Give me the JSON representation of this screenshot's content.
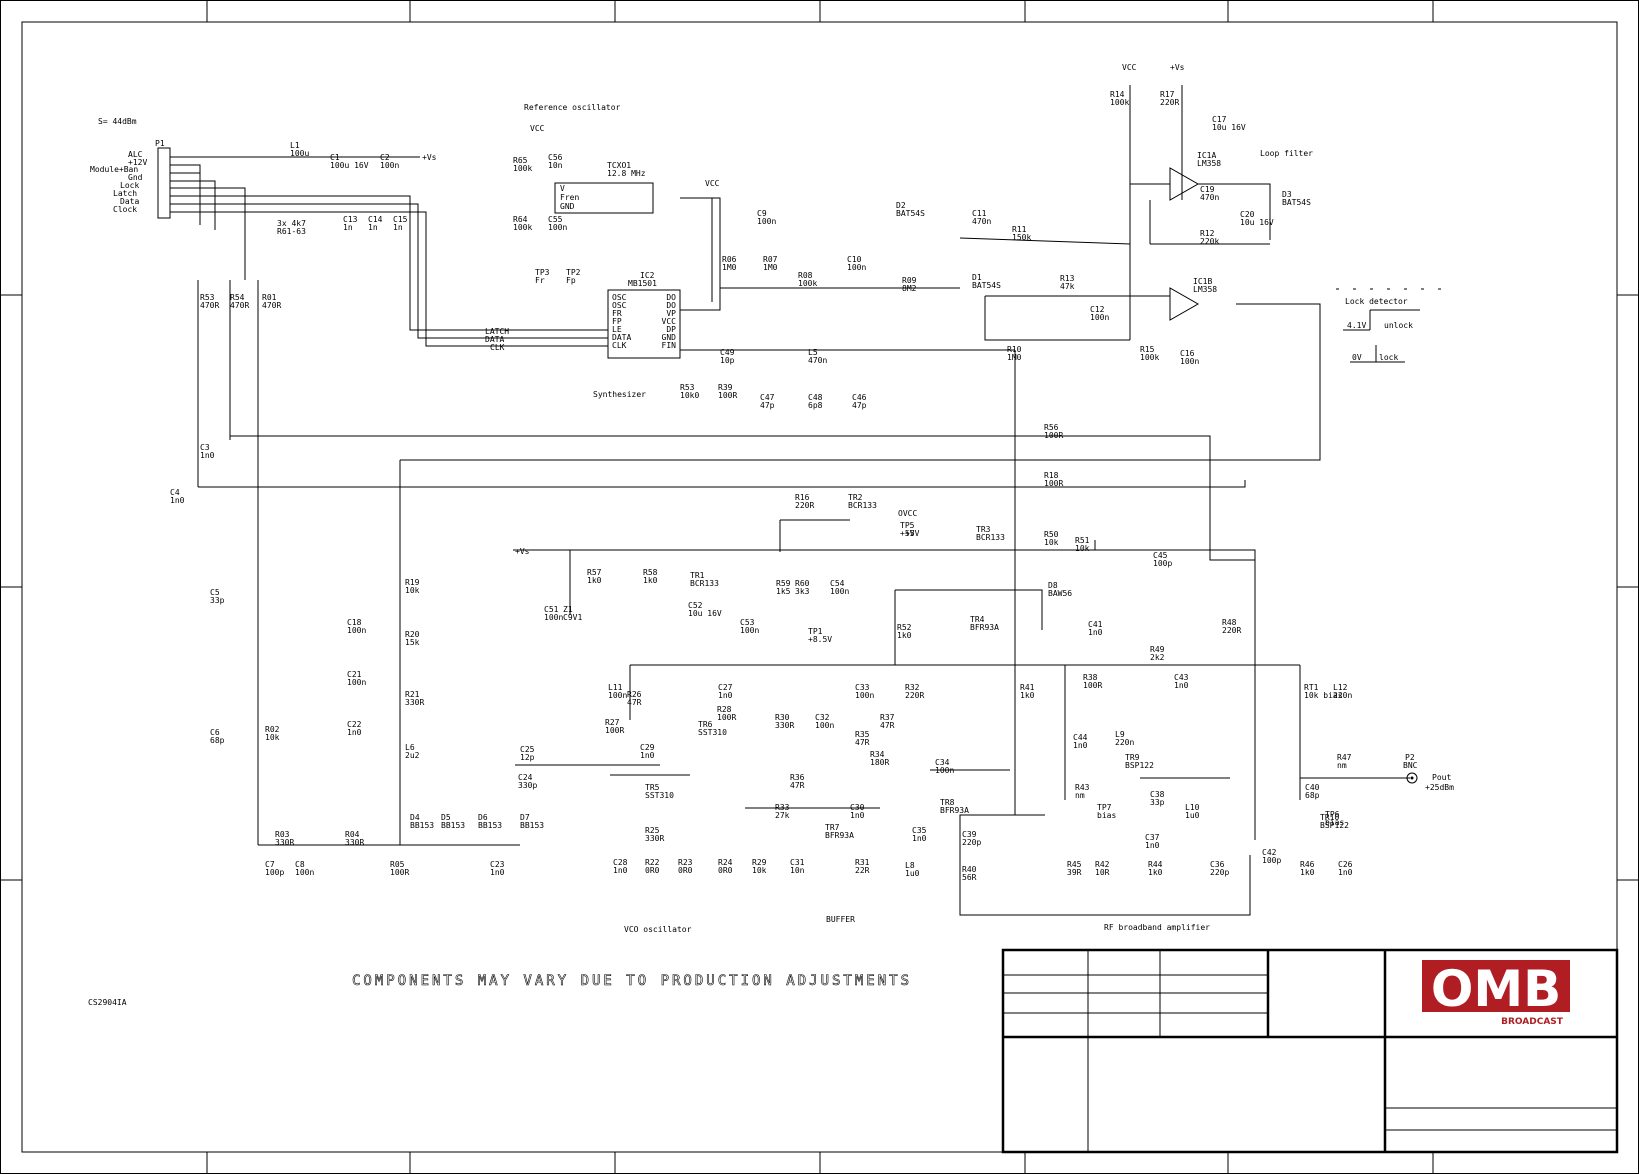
{
  "note": "COMPONENTS MAY VARY DUE TO PRODUCTION ADJUSTMENTS",
  "drawing_number": "CS2904IA",
  "top_left_note": "S= 44dBm",
  "sections": {
    "reference": "Reference oscillator",
    "synthesizer": "Synthesizer",
    "loop_filter": "Loop filter",
    "lock_detector": "Lock detector",
    "vco": "VCO oscillator",
    "buffer": "BUFFER",
    "rf_amp": "RF broadband amplifier"
  },
  "lock_table": [
    {
      "level": "4.1V",
      "state": "unlock"
    },
    {
      "level": "0V",
      "state": "lock"
    }
  ],
  "connector_p1": {
    "ref": "P1",
    "pins": [
      "ALC",
      "+12V",
      "Module+Ban",
      "Gnd",
      "Lock",
      "Latch",
      "Data",
      "Clock"
    ]
  },
  "nets": {
    "vcc": "VCC",
    "vs": "+Vs",
    "vs_in": "+Vs",
    "ovcc": "OVCC",
    "p5v": "+5V",
    "p85v": "+8.5V"
  },
  "ics": {
    "ic2": {
      "ref": "IC2",
      "part": "MB1501",
      "left": [
        "OSC",
        "OSC",
        "FR",
        "FP",
        "LE",
        "DATA",
        "CLK"
      ],
      "right": [
        "DO",
        "DO",
        "VP",
        "VCC",
        "DP",
        "GND",
        "FIN"
      ]
    },
    "tcxo": {
      "ref": "TCXO1",
      "freq": "12.8 MHz",
      "pins": [
        "V",
        "Fren",
        "GND"
      ]
    },
    "ic1a": {
      "ref": "IC1A",
      "part": "LM358"
    },
    "ic1b": {
      "ref": "IC1B",
      "part": "LM358"
    }
  },
  "signals": [
    "LATCH",
    "DATA",
    "CLK"
  ],
  "res_array": {
    "desc": "3x 4k7",
    "refs": "R61-63"
  },
  "test_points": [
    {
      "ref": "TP3",
      "val": "Fr"
    },
    {
      "ref": "TP2",
      "val": "Fp"
    },
    {
      "ref": "TP1",
      "val": "+8.5V"
    },
    {
      "ref": "TP6",
      "val": "bias"
    },
    {
      "ref": "TP7",
      "val": "bias"
    },
    {
      "ref": "TP5",
      "val": "+5V"
    }
  ],
  "output": {
    "ref": "P2",
    "type": "BNC",
    "name": "Pout",
    "level": "+25dBm"
  },
  "logo": {
    "text": "OMB",
    "sub": "BROADCAST",
    "color": "#b01e23"
  },
  "components": [
    {
      "ref": "L1",
      "val": "100u"
    },
    {
      "ref": "C1",
      "val": "100u 16V"
    },
    {
      "ref": "C2",
      "val": "100n"
    },
    {
      "ref": "C13",
      "val": "1n"
    },
    {
      "ref": "C14",
      "val": "1n"
    },
    {
      "ref": "C15",
      "val": "1n"
    },
    {
      "ref": "R53",
      "val": "470R"
    },
    {
      "ref": "R54",
      "val": "470R"
    },
    {
      "ref": "R01",
      "val": "470R"
    },
    {
      "ref": "R65",
      "val": "100k"
    },
    {
      "ref": "R64",
      "val": "100k"
    },
    {
      "ref": "C56",
      "val": "10n"
    },
    {
      "ref": "C55",
      "val": "100n"
    },
    {
      "ref": "C9",
      "val": "100n"
    },
    {
      "ref": "R06",
      "val": "1M0"
    },
    {
      "ref": "R07",
      "val": "1M0"
    },
    {
      "ref": "R08",
      "val": "100k"
    },
    {
      "ref": "C10",
      "val": "100n"
    },
    {
      "ref": "R09",
      "val": "8M2"
    },
    {
      "ref": "C11",
      "val": "470n"
    },
    {
      "ref": "R11",
      "val": "150k"
    },
    {
      "ref": "D2",
      "val": "BAT54S"
    },
    {
      "ref": "D3",
      "val": "BAT54S"
    },
    {
      "ref": "D1",
      "val": "BAT54S"
    },
    {
      "ref": "R14",
      "val": "100k"
    },
    {
      "ref": "R17",
      "val": "220R"
    },
    {
      "ref": "C17",
      "val": "10u 16V"
    },
    {
      "ref": "C19",
      "val": "470n"
    },
    {
      "ref": "C20",
      "val": "10u 16V"
    },
    {
      "ref": "R12",
      "val": "220k"
    },
    {
      "ref": "R13",
      "val": "47k"
    },
    {
      "ref": "C12",
      "val": "100n"
    },
    {
      "ref": "R10",
      "val": "1M0"
    },
    {
      "ref": "R15",
      "val": "100k"
    },
    {
      "ref": "C16",
      "val": "100n"
    },
    {
      "ref": "C49",
      "val": "10p"
    },
    {
      "ref": "L5",
      "val": "470n"
    },
    {
      "ref": "R53",
      "val": "10k0"
    },
    {
      "ref": "R39",
      "val": "100R"
    },
    {
      "ref": "C47",
      "val": "47p"
    },
    {
      "ref": "C48",
      "val": "6p8"
    },
    {
      "ref": "C46",
      "val": "47p"
    },
    {
      "ref": "C3",
      "val": "1n0"
    },
    {
      "ref": "C4",
      "val": "1n0"
    },
    {
      "ref": "R56",
      "val": "100R"
    },
    {
      "ref": "R18",
      "val": "100R"
    },
    {
      "ref": "C5",
      "val": "33p"
    },
    {
      "ref": "C6",
      "val": "68p"
    },
    {
      "ref": "R02",
      "val": "10k"
    },
    {
      "ref": "R03",
      "val": "330R"
    },
    {
      "ref": "R04",
      "val": "330R"
    },
    {
      "ref": "C7",
      "val": "100p"
    },
    {
      "ref": "C8",
      "val": "100n"
    },
    {
      "ref": "R19",
      "val": "10k"
    },
    {
      "ref": "C18",
      "val": "100n"
    },
    {
      "ref": "R20",
      "val": "15k"
    },
    {
      "ref": "C21",
      "val": "100n"
    },
    {
      "ref": "R21",
      "val": "330R"
    },
    {
      "ref": "C22",
      "val": "1n0"
    },
    {
      "ref": "L6",
      "val": "2u2"
    },
    {
      "ref": "D4",
      "val": "BB153"
    },
    {
      "ref": "D5",
      "val": "BB153"
    },
    {
      "ref": "D6",
      "val": "BB153"
    },
    {
      "ref": "D7",
      "val": "BB153"
    },
    {
      "ref": "R05",
      "val": "100R"
    },
    {
      "ref": "C23",
      "val": "1n0"
    },
    {
      "ref": "C25",
      "val": "12p"
    },
    {
      "ref": "C24",
      "val": "330p"
    },
    {
      "ref": "R57",
      "val": "1k0"
    },
    {
      "ref": "R58",
      "val": "1k0"
    },
    {
      "ref": "C51",
      "val": "100n"
    },
    {
      "ref": "Z1",
      "val": "C9V1"
    },
    {
      "ref": "C52",
      "val": "10u 16V"
    },
    {
      "ref": "TR1",
      "val": "BCR133"
    },
    {
      "ref": "C53",
      "val": "100n"
    },
    {
      "ref": "R59",
      "val": "1k5"
    },
    {
      "ref": "R60",
      "val": "3k3"
    },
    {
      "ref": "C54",
      "val": "100n"
    },
    {
      "ref": "R16",
      "val": "220R"
    },
    {
      "ref": "TR2",
      "val": "BCR133"
    },
    {
      "ref": "TR3",
      "val": "BCR133"
    },
    {
      "ref": "R50",
      "val": "10k"
    },
    {
      "ref": "R51",
      "val": "10k"
    },
    {
      "ref": "C45",
      "val": "100p"
    },
    {
      "ref": "D8",
      "val": "BAW56"
    },
    {
      "ref": "TR4",
      "val": "BFR93A"
    },
    {
      "ref": "C41",
      "val": "1n0"
    },
    {
      "ref": "R52",
      "val": "1k0"
    },
    {
      "ref": "R48",
      "val": "220R"
    },
    {
      "ref": "R49",
      "val": "2k2"
    },
    {
      "ref": "L11",
      "val": "100n"
    },
    {
      "ref": "R26",
      "val": "47R"
    },
    {
      "ref": "R27",
      "val": "100R"
    },
    {
      "ref": "C27",
      "val": "1n0"
    },
    {
      "ref": "R28",
      "val": "100R"
    },
    {
      "ref": "TR6",
      "val": "SST310"
    },
    {
      "ref": "C29",
      "val": "1n0"
    },
    {
      "ref": "TR5",
      "val": "SST310"
    },
    {
      "ref": "R25",
      "val": "330R"
    },
    {
      "ref": "C28",
      "val": "1n0"
    },
    {
      "ref": "R22",
      "val": "0R0"
    },
    {
      "ref": "R23",
      "val": "0R0"
    },
    {
      "ref": "R24",
      "val": "0R0"
    },
    {
      "ref": "R29",
      "val": "10k"
    },
    {
      "ref": "R30",
      "val": "330R"
    },
    {
      "ref": "C32",
      "val": "100n"
    },
    {
      "ref": "C33",
      "val": "100n"
    },
    {
      "ref": "R35",
      "val": "47R"
    },
    {
      "ref": "R34",
      "val": "180R"
    },
    {
      "ref": "R36",
      "val": "47R"
    },
    {
      "ref": "R33",
      "val": "27k"
    },
    {
      "ref": "C30",
      "val": "1n0"
    },
    {
      "ref": "TR7",
      "val": "BFR93A"
    },
    {
      "ref": "C31",
      "val": "10n"
    },
    {
      "ref": "R31",
      "val": "22R"
    },
    {
      "ref": "R32",
      "val": "220R"
    },
    {
      "ref": "R37",
      "val": "47R"
    },
    {
      "ref": "C34",
      "val": "100n"
    },
    {
      "ref": "TR8",
      "val": "BFR93A"
    },
    {
      "ref": "C35",
      "val": "1n0"
    },
    {
      "ref": "L8",
      "val": "1u0"
    },
    {
      "ref": "C39",
      "val": "220p"
    },
    {
      "ref": "R40",
      "val": "56R"
    },
    {
      "ref": "R41",
      "val": "1k0"
    },
    {
      "ref": "R38",
      "val": "100R"
    },
    {
      "ref": "C43",
      "val": "1n0"
    },
    {
      "ref": "C44",
      "val": "1n0"
    },
    {
      "ref": "L9",
      "val": "220n"
    },
    {
      "ref": "R43",
      "val": "nm"
    },
    {
      "ref": "TR9",
      "val": "BSP122"
    },
    {
      "ref": "C38",
      "val": "33p"
    },
    {
      "ref": "L10",
      "val": "1u0"
    },
    {
      "ref": "R45",
      "val": "39R"
    },
    {
      "ref": "R42",
      "val": "10R"
    },
    {
      "ref": "C37",
      "val": "1n0"
    },
    {
      "ref": "R44",
      "val": "1k0"
    },
    {
      "ref": "C36",
      "val": "220p"
    },
    {
      "ref": "C42",
      "val": "100p"
    },
    {
      "ref": "RT1",
      "val": "10k bias"
    },
    {
      "ref": "L12",
      "val": "220n"
    },
    {
      "ref": "R47",
      "val": "nm"
    },
    {
      "ref": "C40",
      "val": "68p"
    },
    {
      "ref": "TR10",
      "val": "BSP122"
    },
    {
      "ref": "R46",
      "val": "1k0"
    },
    {
      "ref": "C26",
      "val": "1n0"
    }
  ]
}
